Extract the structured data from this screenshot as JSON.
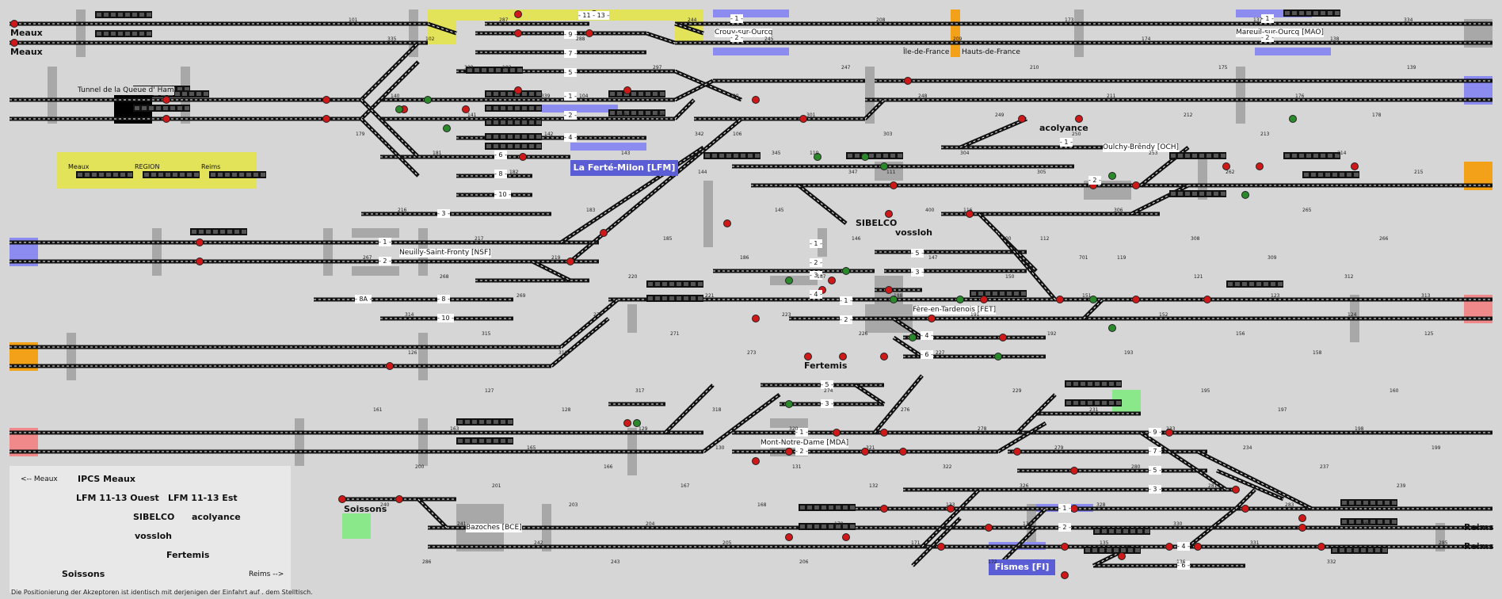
{
  "stations": {
    "meaux_1": "Meaux",
    "meaux_2": "Meaux",
    "tunnel": "Tunnel de la Queue d' Ham",
    "crouy": "Crouy-sur-Ourcq",
    "mareuil": "Mareuil-sur-Ourcq [MAO]",
    "idf": "Île-de-France",
    "hdf": "Hauts-de-France",
    "lfm": "La Ferté-Milon [LFM]",
    "acolyance_top": "acolyance",
    "oulchy": "Oulchy-Brêndy [OCH]",
    "sibelco": "SIBELCO",
    "vossloh": "vossloh",
    "nsf": "Neuilly-Saint-Fronty [NSF]",
    "fet": "Fère-en-Tardenois [FET]",
    "fertemis": "Fertemis",
    "mnd": "Mont-Notre-Dame [MDA]",
    "soissons": "Soissons",
    "bazoches": "Bazoches [BCE]",
    "reims_1": "Reims",
    "reims_2": "Reims",
    "fismes": "Fismes [FI]"
  },
  "yellow_panel": {
    "meaux": "Meaux",
    "region": "REGION",
    "reims": "Reims"
  },
  "track_labels": [
    {
      "text": "- 11 - 13 -"
    },
    {
      "text": "- 9 -"
    },
    {
      "text": "- 7 -"
    },
    {
      "text": "- 5 -"
    },
    {
      "text": "- 1 -"
    },
    {
      "text": "- 2 -"
    },
    {
      "text": "- 4 -"
    },
    {
      "text": "- 6 -"
    },
    {
      "text": "- 8 -"
    },
    {
      "text": "- 10 -"
    },
    {
      "text": "- 3 -"
    },
    {
      "text": "- 1 -"
    },
    {
      "text": "- 2 -"
    },
    {
      "text": "- 8A -"
    },
    {
      "text": "- 8 -"
    },
    {
      "text": "- 10 -"
    },
    {
      "text": "- 1 -"
    },
    {
      "text": "- 2 -"
    },
    {
      "text": "- 3 -"
    },
    {
      "text": "- 4 -"
    },
    {
      "text": "- 5 -"
    },
    {
      "text": "- 3 -"
    },
    {
      "text": "- 1 -"
    },
    {
      "text": "- 2 -"
    },
    {
      "text": "- 4 -"
    },
    {
      "text": "- 6 -"
    },
    {
      "text": "- 5 -"
    },
    {
      "text": "- 3 -"
    },
    {
      "text": "- 1 -"
    },
    {
      "text": "- 2 -"
    },
    {
      "text": "- 9 -"
    },
    {
      "text": "- 7 -"
    },
    {
      "text": "- 5 -"
    },
    {
      "text": "- 3 -"
    },
    {
      "text": "- 1 -"
    },
    {
      "text": "- 2 -"
    },
    {
      "text": "- 4 -"
    },
    {
      "text": "- 6 -"
    },
    {
      "text": "- 1 -"
    },
    {
      "text": "- 2 -"
    },
    {
      "text": "- 1 -"
    },
    {
      "text": "- 2 -"
    },
    {
      "text": "- 1 -"
    },
    {
      "text": "- 2 -"
    }
  ],
  "signal_numbers": [
    "101",
    "102",
    "103",
    "104",
    "105",
    "106",
    "110",
    "111",
    "116",
    "112",
    "119",
    "121",
    "123",
    "124",
    "125",
    "126",
    "127",
    "128",
    "129",
    "130",
    "131",
    "132",
    "133",
    "134",
    "135",
    "136",
    "137",
    "138",
    "139",
    "140",
    "141",
    "142",
    "143",
    "144",
    "145",
    "146",
    "147",
    "150",
    "151",
    "152",
    "156",
    "158",
    "160",
    "161",
    "163",
    "165",
    "166",
    "167",
    "168",
    "170",
    "171",
    "172",
    "173",
    "174",
    "175",
    "176",
    "178",
    "179",
    "181",
    "182",
    "183",
    "185",
    "186",
    "187",
    "188",
    "191",
    "192",
    "193",
    "195",
    "197",
    "198",
    "199",
    "200",
    "201",
    "203",
    "204",
    "205",
    "206",
    "208",
    "209",
    "210",
    "211",
    "212",
    "213",
    "214",
    "215",
    "216",
    "217",
    "219",
    "220",
    "221",
    "223",
    "226",
    "227",
    "229",
    "231",
    "233",
    "234",
    "237",
    "239",
    "240",
    "241",
    "242",
    "243",
    "244",
    "245",
    "247",
    "248",
    "249",
    "250",
    "253",
    "262",
    "265",
    "266",
    "267",
    "268",
    "269",
    "270",
    "271",
    "273",
    "274",
    "276",
    "278",
    "279",
    "280",
    "281",
    "283",
    "284",
    "285",
    "286",
    "287",
    "288",
    "297",
    "300",
    "301",
    "303",
    "304",
    "305",
    "306",
    "308",
    "309",
    "312",
    "313",
    "314",
    "315",
    "316",
    "317",
    "318",
    "320",
    "321",
    "322",
    "326",
    "328",
    "330",
    "331",
    "332",
    "334",
    "335",
    "338",
    "339",
    "340",
    "342",
    "345",
    "347",
    "400",
    "700",
    "701"
  ],
  "legend": [
    {
      "left": "<-- Meaux",
      "mid": "IPCS Meaux",
      "right": ""
    },
    {
      "left": "",
      "mid": "LFM 11-13 Ouest",
      "right": "LFM 11-13 Est"
    },
    {
      "left": "",
      "mid": "SIBELCO",
      "right": "acolyance"
    },
    {
      "left": "",
      "mid": "vossloh",
      "right": ""
    },
    {
      "left": "",
      "mid": "Fertemis",
      "right": ""
    },
    {
      "left": "",
      "mid": "Soissons",
      "right": "Reims -->"
    }
  ],
  "footnote": "Die Positionierung der Akzeptoren ist identisch mit  derjenigen der Einfahrt auf .  dem Stelltisch.",
  "colors": {
    "background": "#d6d6d6",
    "track": "#111111",
    "track_light": "#ffffff",
    "signal_red": "#d01818",
    "signal_green": "#2a8a2a",
    "zone_yellow": "#e3e35a",
    "zone_blue": "#8c8cf0",
    "zone_orange": "#f2a118",
    "zone_red": "#f08a8a",
    "zone_green": "#8ae88a",
    "label_blue": "#5b5dd4"
  }
}
